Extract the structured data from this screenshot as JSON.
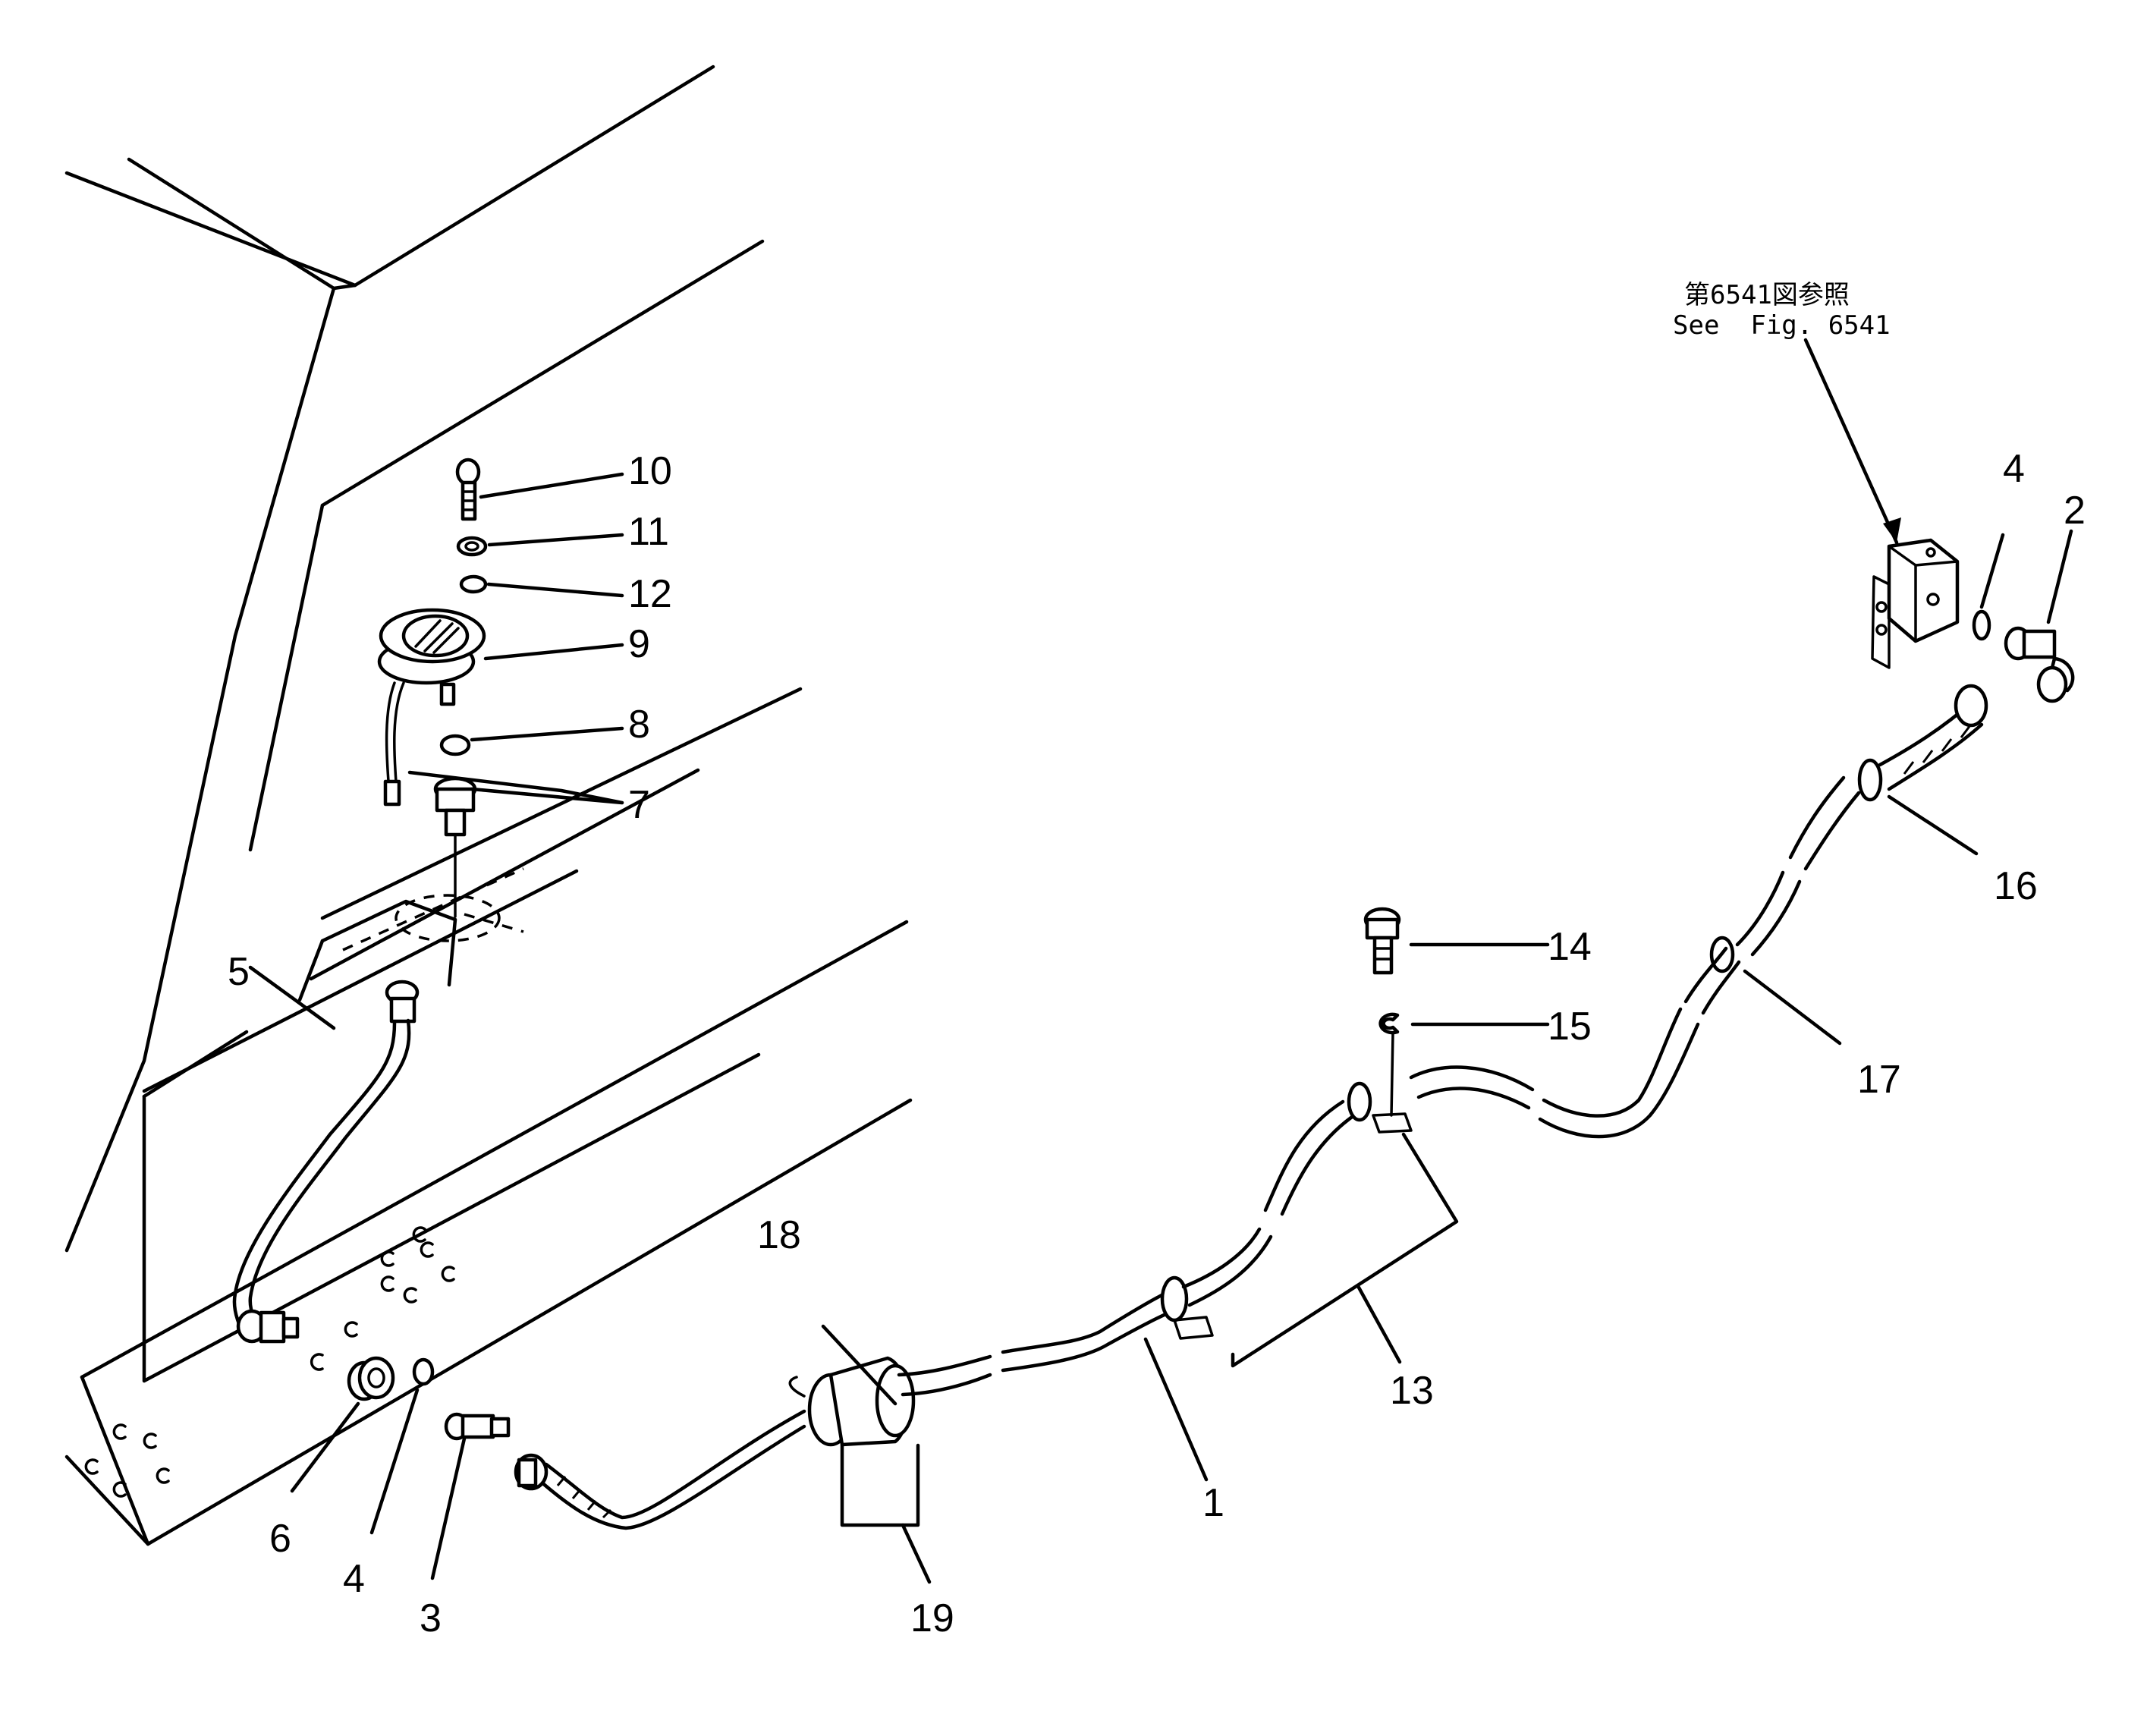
{
  "reference_note": {
    "line1": "第6541図参照",
    "line2": "See  Fig. 6541"
  },
  "callouts": {
    "c1": "1",
    "c2": "2",
    "c3": "3",
    "c4a": "4",
    "c4b": "4",
    "c5": "5",
    "c6": "6",
    "c7": "7",
    "c8": "8",
    "c9": "9",
    "c10": "10",
    "c11": "11",
    "c12": "12",
    "c13": "13",
    "c14": "14",
    "c15": "15",
    "c16": "16",
    "c17": "17",
    "c18": "18",
    "c19": "19"
  }
}
